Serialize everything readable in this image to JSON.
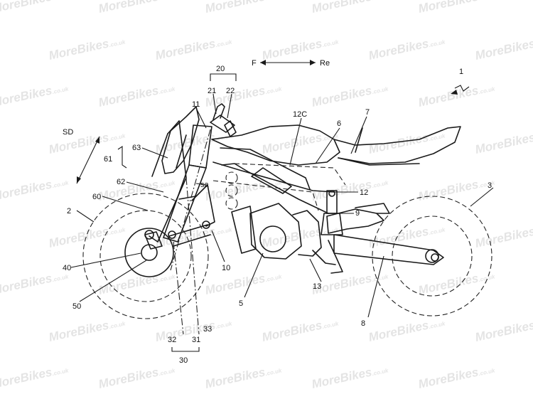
{
  "watermark": {
    "brand": "MoreBikes",
    "suffix": ".co.uk"
  },
  "direction": {
    "front": "F",
    "rear": "Re"
  },
  "labels": {
    "n1": "1",
    "n2": "2",
    "n3": "3",
    "n5": "5",
    "n6": "6",
    "n7": "7",
    "n8": "8",
    "n9": "9",
    "n10": "10",
    "n11": "11",
    "n12": "12",
    "n12c": "12C",
    "n13": "13",
    "n20": "20",
    "n21": "21",
    "n22": "22",
    "n30": "30",
    "n31": "31",
    "n32": "32",
    "n33": "33",
    "n40": "40",
    "n50": "50",
    "n60": "60",
    "n61": "61",
    "n62": "62",
    "n63": "63",
    "sd": "SD",
    "sa": "sa"
  }
}
